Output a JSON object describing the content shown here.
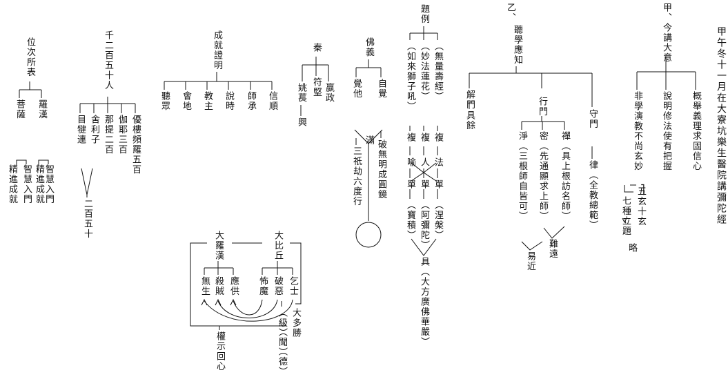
{
  "title": "甲午冬十一月在大寮坑樂生醫院講彌陀經",
  "jia": {
    "head": "甲、今講大意",
    "items": [
      "概舉義理求固信心",
      "說明修法使有把握",
      "非學演教不尚玄妙"
    ],
    "xuan1": "五玄十玄",
    "xuan2": "七種立題",
    "lue": "略"
  },
  "yi": {
    "head1": "乙、",
    "head2": "聽學應知",
    "shoumen": "守門",
    "lu": "律（全教總範）",
    "xingmen": "行門",
    "chan": "禪（具上根訪名師）",
    "mi": "密（先通顯求上師）",
    "jing": "淨（三根師自皆可）",
    "nanyuan": "難遠",
    "yijin": "易近",
    "jiemen": "解門",
    "juyu": "具餘"
  },
  "tili": {
    "head": "題例",
    "a": "（無量壽經）",
    "a_fu": "複",
    "a_fa": "法",
    "a_dan": "單",
    "a_end": "（涅槃）",
    "b": "（妙法蓮花）",
    "b_fu": "複",
    "b_ren": "人",
    "b_dan": "單",
    "b_end": "（阿彌陀）",
    "c": "（如來獅子吼）",
    "c_fu": "複",
    "c_yu": "喻",
    "c_dan": "單",
    "c_end": "（寶積）",
    "ju": "具（大方廣佛華嚴）"
  },
  "fo": {
    "head": "佛義",
    "zijue": "自覺",
    "juetta": "覺他",
    "man": "滿",
    "pomiming": "破無明成圓鏡",
    "sanqi": "三祇劫六度行"
  },
  "qin": {
    "head": "秦",
    "fujian": "符堅",
    "yingzheng": "嬴政",
    "yaochang": "姚萇",
    "xing": "興"
  },
  "chengjiu": {
    "head": "成就證明",
    "items": [
      "信順",
      "師承",
      "說時",
      "教主",
      "會地",
      "聽眾"
    ]
  },
  "qianer": {
    "head": "千二百五十人",
    "items": [
      "優樓頻羅五百",
      "伽耶三百",
      "那提二百",
      "舍利子",
      "目犍連"
    ],
    "total": "二百五十"
  },
  "weici": {
    "head": "位次所表",
    "luohan": "羅漢",
    "pusa": "菩薩",
    "lh_a": "智慧入門",
    "lh_b": "精進成就",
    "ps_a": "智慧入門",
    "ps_b": "精進成就"
  },
  "bottom": {
    "bq": "大比丘",
    "lh": "大羅漢",
    "qishi": "乞士",
    "poe": "破惡",
    "bumo": "怖魔",
    "yinggong": "應供",
    "shazei": "殺賊",
    "wusheng": "無生",
    "daduosheng": "大多勝",
    "ji": "（級）",
    "wen": "（聞）",
    "de": "（德）",
    "quanshi": "權示回心"
  }
}
